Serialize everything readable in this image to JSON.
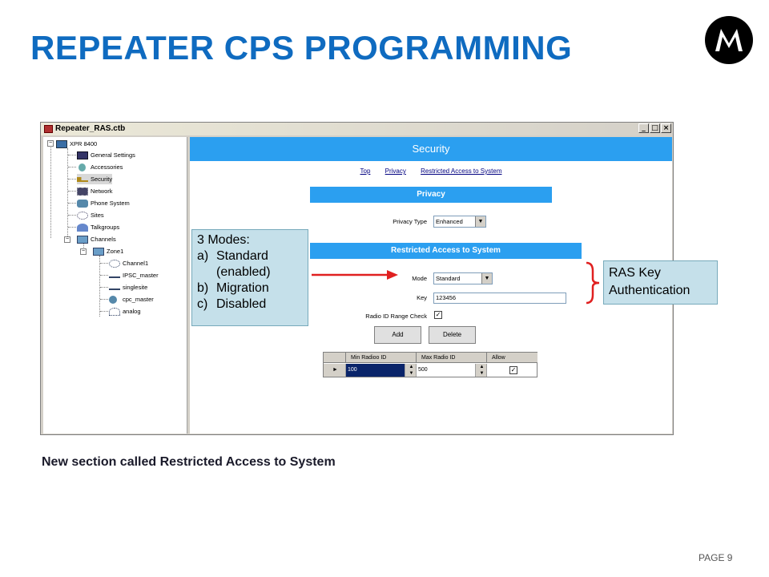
{
  "slide": {
    "title": "REPEATER CPS PROGRAMMING",
    "caption": "New section called Restricted Access to System",
    "page_label": "PAGE 9"
  },
  "window": {
    "title": "Repeater_RAS.ctb",
    "min_glyph": "_",
    "max_glyph": "□",
    "close_glyph": "×"
  },
  "tree": {
    "root": "XPR 8400",
    "items": [
      {
        "label": "General Settings"
      },
      {
        "label": "Accessories"
      },
      {
        "label": "Security"
      },
      {
        "label": "Network"
      },
      {
        "label": "Phone System"
      },
      {
        "label": "Sites"
      },
      {
        "label": "Talkgroups"
      },
      {
        "label": "Channels"
      },
      {
        "label": "Zone1"
      },
      {
        "label": "Channel1"
      },
      {
        "label": "IPSC_master"
      },
      {
        "label": "singlesite"
      },
      {
        "label": "cpc_master"
      },
      {
        "label": "analog"
      }
    ]
  },
  "content": {
    "header": "Security",
    "links": [
      "Top",
      "Privacy",
      "Restricted Access to System"
    ],
    "privacy": {
      "band": "Privacy",
      "type_label": "Privacy Type",
      "type_value": "Enhanced"
    },
    "ras": {
      "band": "Restricted Access to System",
      "mode_label": "Mode",
      "mode_value": "Standard",
      "key_label": "Key",
      "key_value": "123456",
      "range_check_label": "Radio ID Range Check",
      "range_check_mark": "✓",
      "add_label": "Add",
      "delete_label": "Delete",
      "grid": {
        "columns": [
          "Min Radioo ID",
          "Max Radio ID",
          "Allow"
        ],
        "row": {
          "min": "100",
          "max": "500",
          "allow_mark": "✓"
        }
      }
    }
  },
  "callouts": {
    "modes": {
      "heading": "3 Modes:",
      "items": [
        {
          "k": "a)",
          "v": "Standard"
        },
        {
          "k": "",
          "v": "(enabled)"
        },
        {
          "k": "b)",
          "v": "Migration"
        },
        {
          "k": "c)",
          "v": "Disabled"
        }
      ]
    },
    "ras_key": {
      "line1": "RAS Key",
      "line2": "Authentication"
    }
  },
  "colors": {
    "title_blue": "#0f6bc0",
    "header_blue": "#2b9ff0",
    "callout_bg": "#c5e0ea",
    "arrow_red": "#e02020"
  }
}
